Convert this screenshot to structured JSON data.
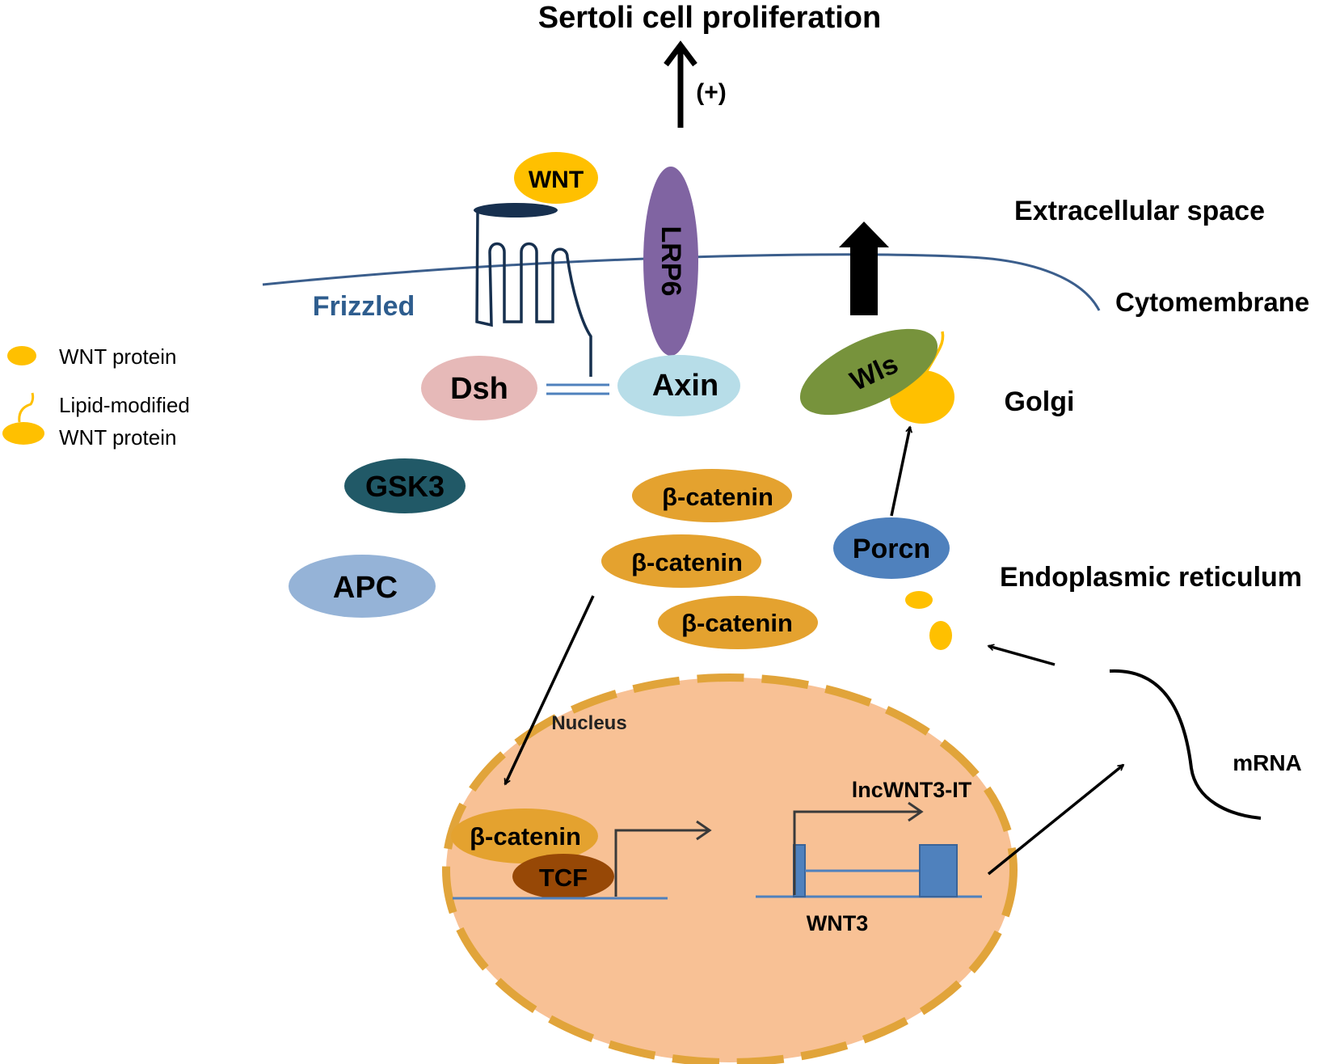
{
  "title": "Sertoli cell proliferation",
  "plus_label": "(+)",
  "regions": {
    "extracellular": "Extracellular space",
    "cytomembrane": "Cytomembrane",
    "golgi": "Golgi",
    "er": "Endoplasmic reticulum",
    "nucleus": "Nucleus",
    "mrna": "mRNA"
  },
  "legend": {
    "wnt_protein": "WNT protein",
    "lipid_line1": "Lipid-modified",
    "lipid_line2": "WNT protein"
  },
  "molecules": {
    "wnt": "WNT",
    "lrp6": "LRP6",
    "frizzled": "Frizzled",
    "dsh": "Dsh",
    "axin": "Axin",
    "gsk3": "GSK3",
    "apc": "APC",
    "beta_catenin": "β-catenin",
    "wls": "Wls",
    "porcn": "Porcn",
    "tcf": "TCF",
    "lncrna": "lncWNT3-IT",
    "gene": "WNT3"
  },
  "colors": {
    "wnt_yellow": "#FFC000",
    "lrp6_purple": "#8064A2",
    "frizzled_navy": "#17304F",
    "membrane_blue": "#3B5E8C",
    "frizzled_text": "#2E5D8E",
    "dsh_pink": "#E6B9B8",
    "axin_lightblue": "#B7DDE8",
    "gsk3_teal": "#215967",
    "apc_blue": "#95B3D7",
    "catenin_gold": "#E4A22F",
    "wls_green": "#77933C",
    "porcn_blue": "#4F81BD",
    "tcf_brown": "#974806",
    "nucleus_fill": "#F8C195",
    "nucleus_border": "#E1A43A",
    "gene_blue": "#4F81BD"
  }
}
